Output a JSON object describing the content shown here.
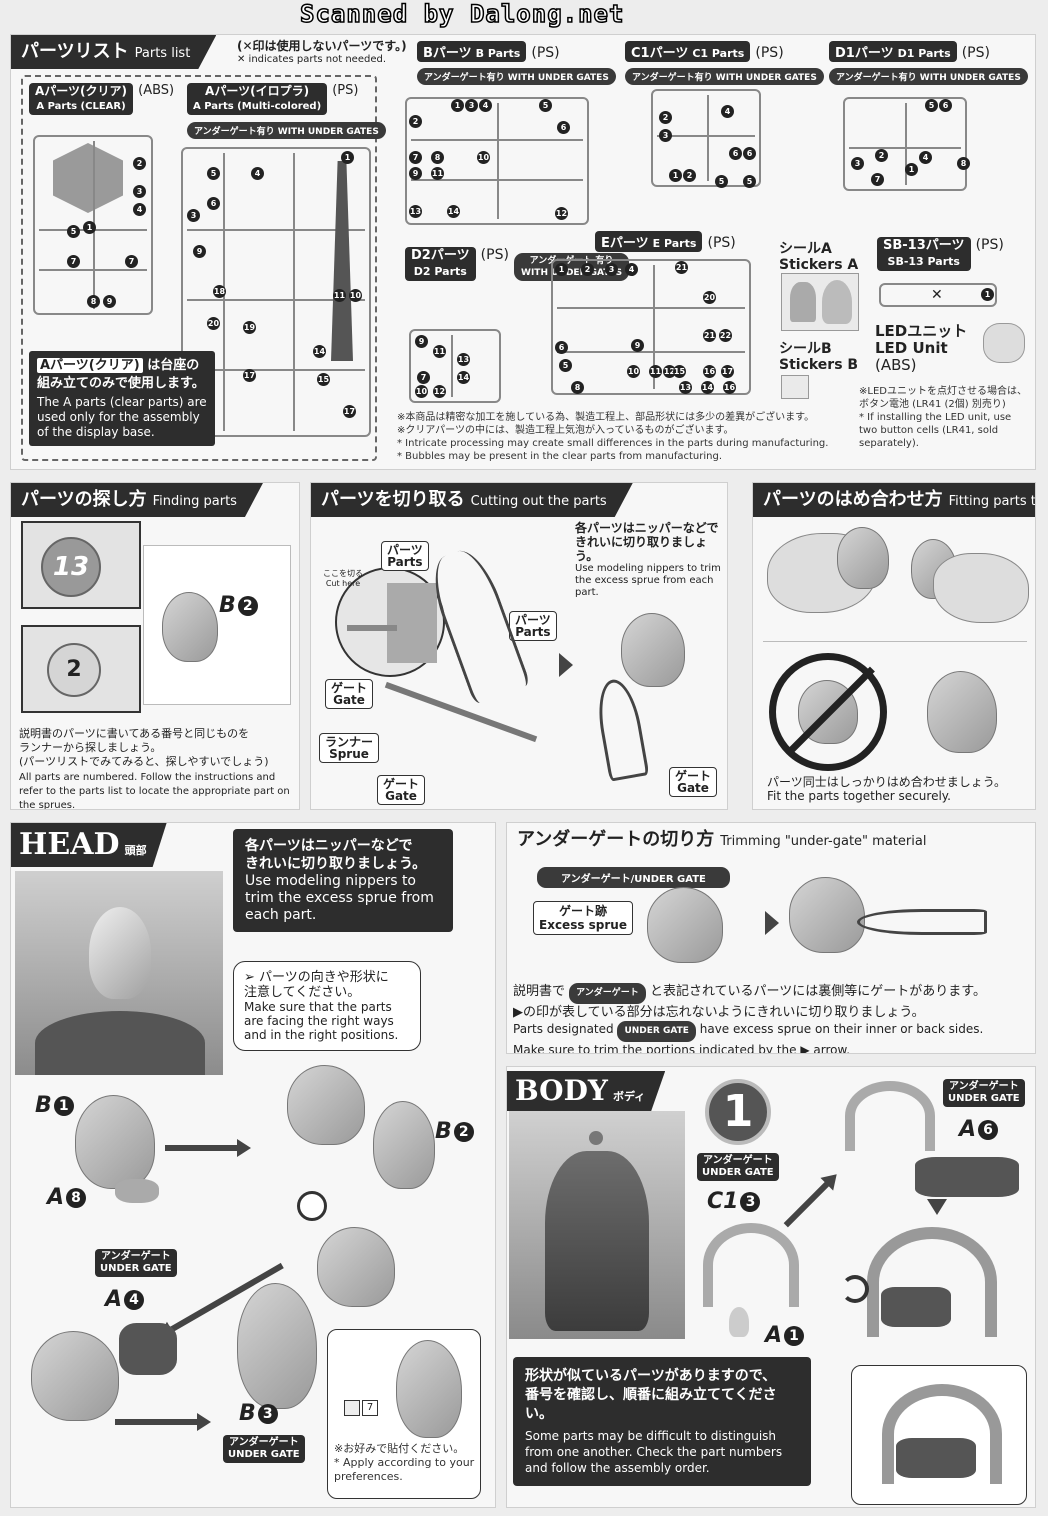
{
  "scanner": "Scanned by Dalong.net",
  "parts_list": {
    "title": "パーツリスト",
    "title_en": "Parts list",
    "x_note": "(✕印は使用しないパーツです。)",
    "x_note_en": "✕ indicates parts not needed.",
    "a_clear": {
      "label": "Aパーツ(クリア)",
      "label_en": "A Parts (CLEAR)",
      "material": "(ABS)"
    },
    "a_multi": {
      "label": "Aパーツ(イロプラ)",
      "label_en": "A Parts (Multi-colored)",
      "material": "(PS)",
      "gate": "アンダーゲート有り WITH UNDER GATES"
    },
    "b": {
      "label": "Bパーツ",
      "label_en": "B Parts",
      "material": "(PS)",
      "gate": "アンダーゲート有り WITH UNDER GATES"
    },
    "c1": {
      "label": "C1パーツ",
      "label_en": "C1 Parts",
      "material": "(PS)",
      "gate": "アンダーゲート有り WITH UNDER GATES"
    },
    "d1": {
      "label": "D1パーツ",
      "label_en": "D1 Parts",
      "material": "(PS)",
      "gate": "アンダーゲート有り WITH UNDER GATES"
    },
    "d2": {
      "label": "D2パーツ",
      "label_en": "D2 Parts",
      "material": "(PS)",
      "gate": "アンダーゲート 有り",
      "gate_en": "WITH UNDER GATES"
    },
    "e": {
      "label": "Eパーツ",
      "label_en": "E Parts",
      "material": "(PS)"
    },
    "sticker_a": {
      "jp": "シールA",
      "en": "Stickers A"
    },
    "sticker_b": {
      "jp": "シールB",
      "en": "Stickers B"
    },
    "sb13": {
      "label": "SB-13パーツ",
      "label_en": "SB-13 Parts",
      "material": "(PS)"
    },
    "led": {
      "jp": "LEDユニット",
      "en": "LED Unit",
      "material": "(ABS)"
    },
    "led_note": "※LEDユニットを点灯させる場合は、ボタン電池 (LR41 (2個) 別売り)",
    "led_note_en": "* If installing the LED unit, use two button cells (LR41, sold separately).",
    "a_box_jp1": "Aパーツ(クリア)",
    "a_box_jp2": "は台座の",
    "a_box_jp3": "組み立てのみで使用します。",
    "a_box_en": "The A parts (clear parts) are used only for the assembly of the display base.",
    "footnote1": "※本商品は精密な加工を施している為、製造工程上、部品形状には多少の差異がございます。",
    "footnote2": "※クリアパーツの中には、製造工程上気泡が入っているものがございます。",
    "footnote3": "* Intricate processing may create small differences in the parts during manufacturing.",
    "footnote4": "* Bubbles may be present in the clear parts from manufacturing."
  },
  "finding": {
    "title": "パーツの探し方",
    "title_en": "Finding parts",
    "num1": "13",
    "num2": "2",
    "ref": "B",
    "ref_num": "2",
    "jp1": "説明書のパーツに書いてある番号と同じものを",
    "jp2": "ランナーから探しましょう。",
    "jp3": "(パーツリストでみてみると、探しやすいでしょう)",
    "en": "All parts are numbered. Follow the instructions and refer to the parts list to locate the appropriate part on the sprues."
  },
  "cutting": {
    "title": "パーツを切り取る",
    "title_en": "Cutting out the parts",
    "cut_here": "ここを切る",
    "cut_here_en": "Cut here",
    "parts_jp": "パーツ",
    "parts_en": "Parts",
    "gate_jp": "ゲート",
    "gate_en": "Gate",
    "runner_jp": "ランナー",
    "runner_en": "Sprue",
    "jp1": "各パーツはニッパーなどで",
    "jp2": "きれいに切り取りましょう。",
    "en": "Use modeling nippers to trim the excess sprue from each part."
  },
  "fitting": {
    "title": "パーツのはめ合わせ方",
    "title_en": "Fitting parts together",
    "jp": "パーツ同士はしっかりはめ合わせましょう。",
    "en": "Fit the parts together securely."
  },
  "head": {
    "title": "HEAD",
    "title_jp": "頭部",
    "tip_jp1": "各パーツはニッパーなどで",
    "tip_jp2": "きれいに切り取りましょう。",
    "tip_en": "Use modeling nippers to trim the excess sprue from each part.",
    "dir_jp1": "パーツの向きや形状に",
    "dir_jp2": "注意してください。",
    "dir_en": "Make sure that the parts are facing the right ways and in the right positions.",
    "b1": "B",
    "b1n": "1",
    "a8": "A",
    "a8n": "8",
    "b2": "B",
    "b2n": "2",
    "a4": "A",
    "a4n": "4",
    "b3": "B",
    "b3n": "3",
    "ug_jp": "アンダーゲート",
    "ug_en": "UNDER GATE",
    "sticker_num": "7",
    "pref_jp": "※お好みで貼付ください。",
    "pref_en": "* Apply according to your preferences."
  },
  "undergate": {
    "title": "アンダーゲートの切り方",
    "title_en": "Trimming \"under-gate\" material",
    "pill": "アンダーゲート/UNDER GATE",
    "mark_jp": "ゲート跡",
    "mark_en": "Excess sprue",
    "jp1a": "説明書で",
    "jp1pill": "アンダーゲート",
    "jp1b": "と表記されているパーツには裏側等にゲートがあります。",
    "jp2": "▶の印が表している部分は忘れないようにきれいに切り取りましょう。",
    "en1a": "Parts designated",
    "en1pill": "UNDER GATE",
    "en1b": "have excess sprue on their inner or back sides.",
    "en2": "Make sure to trim the portions indicated by the ▶ arrow."
  },
  "body": {
    "title": "BODY",
    "title_jp": "ボディ",
    "step": "1",
    "ug_jp": "アンダーゲート",
    "ug_en": "UNDER GATE",
    "c13": "C1",
    "c13n": "3",
    "a1": "A",
    "a1n": "1",
    "a6": "A",
    "a6n": "6",
    "warn_jp1": "形状が似ているパーツがありますので、",
    "warn_jp2": "番号を確認し、順番に組み立ててください。",
    "warn_en": "Some parts may be difficult to distinguish from one another. Check the part numbers and follow the assembly order."
  }
}
